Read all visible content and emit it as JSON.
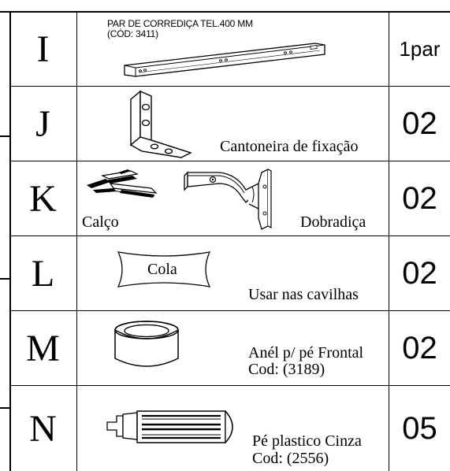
{
  "parts": [
    {
      "letter": "I",
      "quantity": "1par",
      "title": "PAR DE CORREDIÇA TEL.400 MM",
      "code": "(CÓD: 3411)"
    },
    {
      "letter": "J",
      "quantity": "02",
      "label": "Cantoneira de fixação"
    },
    {
      "letter": "K",
      "quantity": "02",
      "label_left": "Calço",
      "label_right": "Dobradiça"
    },
    {
      "letter": "L",
      "quantity": "02",
      "cola_text": "Cola",
      "label": "Usar nas cavilhas"
    },
    {
      "letter": "M",
      "quantity": "02",
      "label": "Anél p/ pé Frontal",
      "code": "Cod: (3189)"
    },
    {
      "letter": "N",
      "quantity": "05",
      "label": "Pé plastico Cinza",
      "code": "Cod: (2556)"
    }
  ],
  "icons": [
    "drawer-slide-icon",
    "angle-bracket-icon",
    "spacer-clip-icon",
    "hinge-icon",
    "glue-badge-icon",
    "ring-icon",
    "plastic-foot-icon"
  ],
  "colors": {
    "ink": "#000000",
    "paper": "#ffffff"
  }
}
